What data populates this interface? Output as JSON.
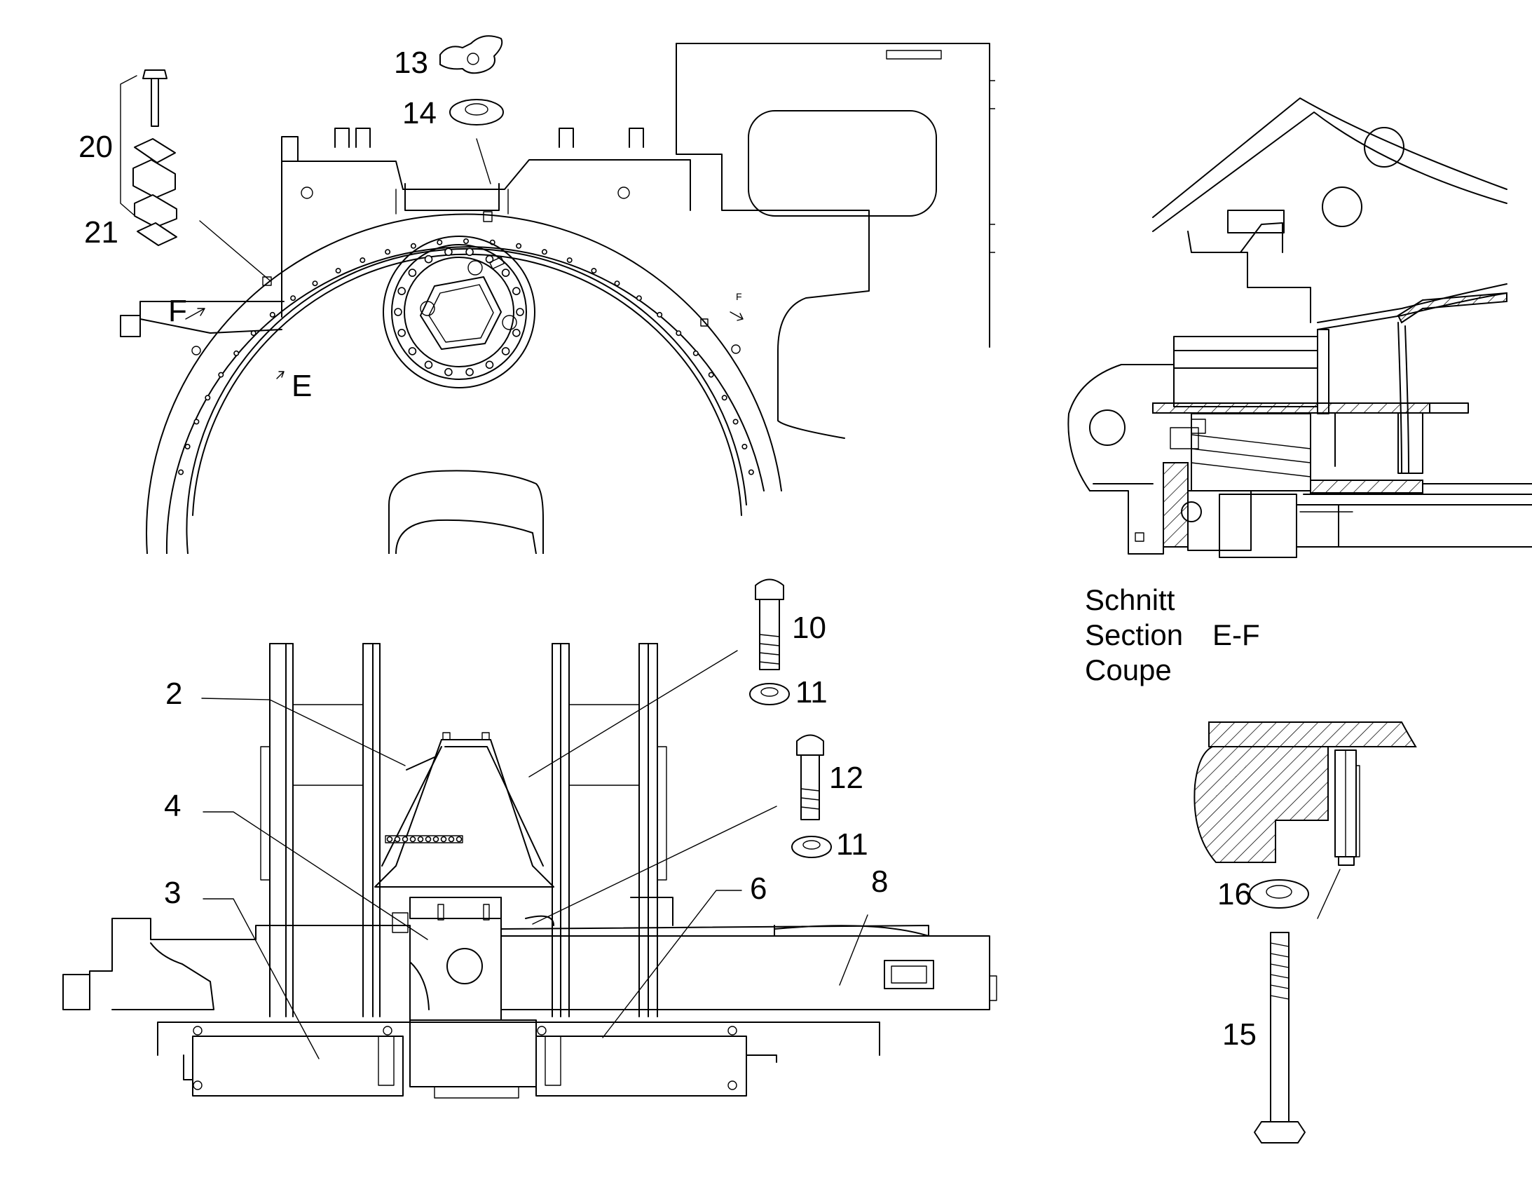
{
  "callouts": {
    "n13": "13",
    "n14": "14",
    "n20": "20",
    "n21": "21",
    "n2": "2",
    "n4": "4",
    "n3": "3",
    "n6": "6",
    "n8": "8",
    "n10": "10",
    "n11a": "11",
    "n12": "12",
    "n11b": "11",
    "n16": "16",
    "n15": "15"
  },
  "section_marks": {
    "f_left": "F",
    "f_right": "F",
    "e": "E"
  },
  "section_caption": {
    "line1": "Schnitt",
    "line2": "Section",
    "line2_id": "E-F",
    "line3": "Coupe"
  }
}
